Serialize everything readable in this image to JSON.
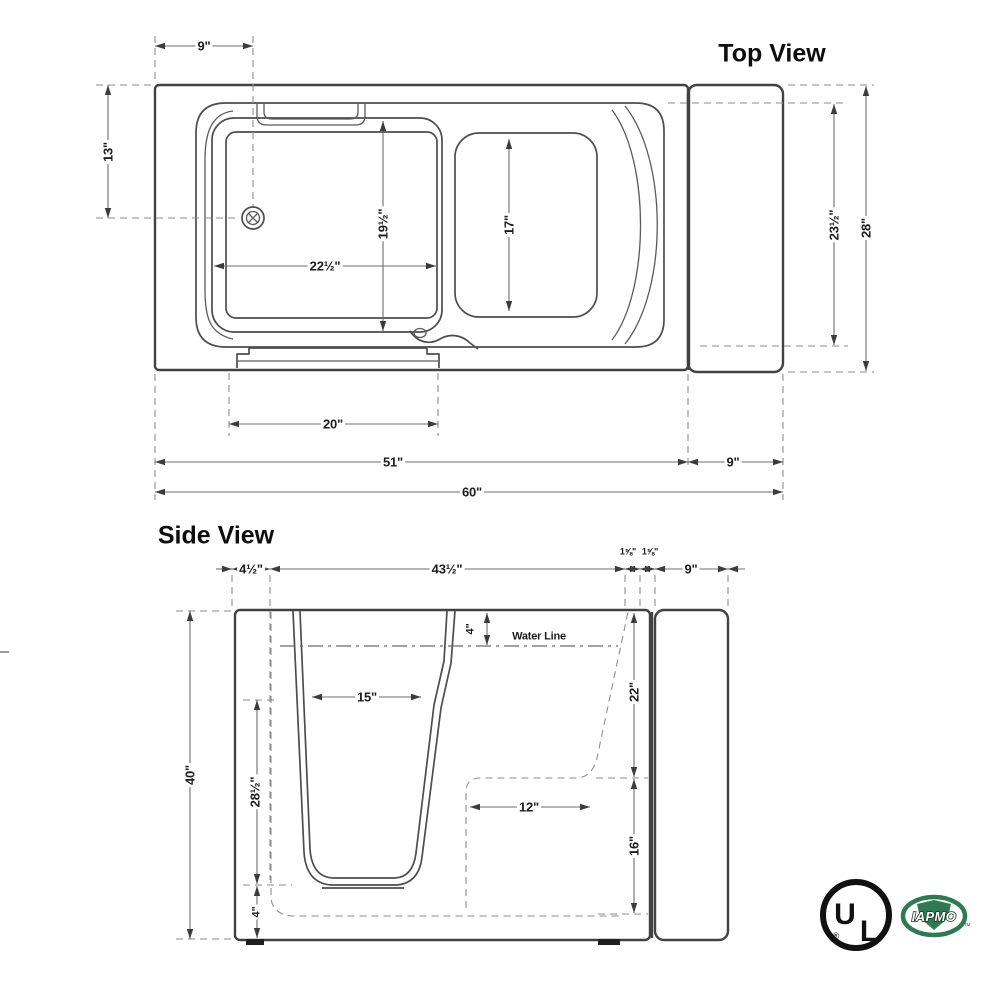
{
  "top_view": {
    "title": "Top View",
    "dims": {
      "top_width": "9\"",
      "left_height": "13\"",
      "door_inner_width": "22½\"",
      "door_inner_depth": "19½\"",
      "seat_width": "17\"",
      "inner_depth": "23½\"",
      "overall_depth": "28\"",
      "sill_width": "20\"",
      "body_length": "51\"",
      "extension_length": "9\"",
      "overall_length": "60\""
    }
  },
  "side_view": {
    "title": "Side View",
    "dims": {
      "door_offset": "4½\"",
      "deck_top": "43½\"",
      "small_left": "1⅝\"",
      "small_right": "1⅝\"",
      "extension_top": "9\"",
      "water_depth": "4\"",
      "water_line": "Water Line",
      "door_bottom_width": "15\"",
      "opening_height": "28½\"",
      "base_height": "4\"",
      "overall_height": "40\"",
      "seat_depth": "12\"",
      "rim_to_seat": "22\"",
      "seat_height": "16\""
    }
  },
  "certifications": {
    "ul": {
      "letter_u": "U",
      "letter_l": "L",
      "registered": "®"
    },
    "iapmo": {
      "label": "IAPMO",
      "trademark": "™"
    }
  },
  "colors": {
    "outline": "#424242",
    "dimension": "#6d6d6d",
    "iapmo_green": "#2f7a52",
    "ink": "#111111"
  }
}
